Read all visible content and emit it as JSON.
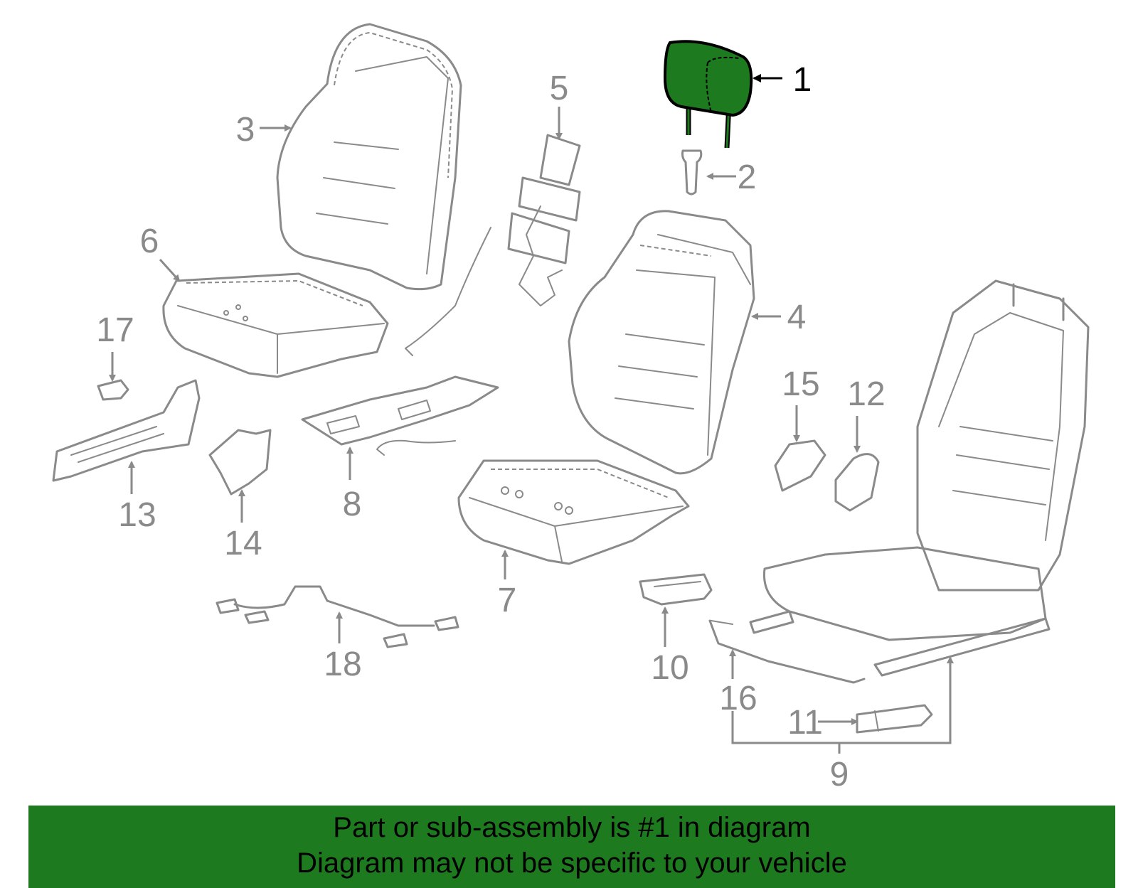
{
  "colors": {
    "highlight_fill": "#1e7a1e",
    "line": "#8a8a8a",
    "banner_bg": "#1e7a1e",
    "banner_text": "#000000"
  },
  "highlighted_part": "1",
  "callouts": [
    "1",
    "2",
    "3",
    "4",
    "5",
    "6",
    "7",
    "8",
    "9",
    "10",
    "11",
    "12",
    "13",
    "14",
    "15",
    "16",
    "17",
    "18"
  ],
  "banner": {
    "line1": "Part or sub-assembly is #1 in diagram",
    "line2": "Diagram may not be specific to your vehicle"
  }
}
